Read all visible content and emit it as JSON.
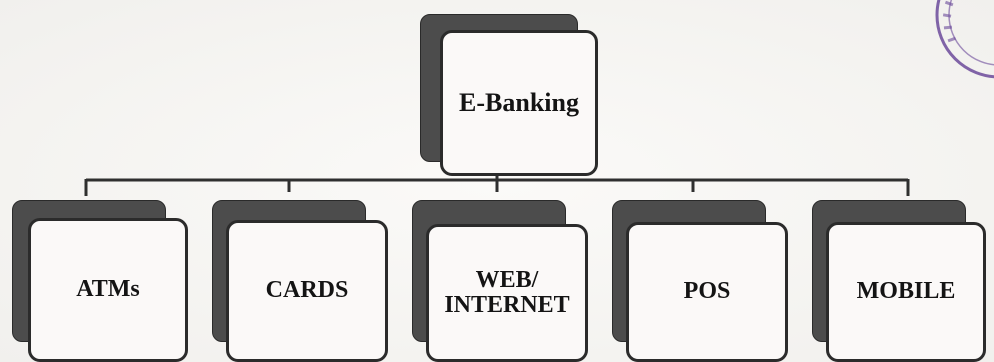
{
  "diagram": {
    "root": {
      "label": "E-Banking"
    },
    "children": [
      {
        "label": "ATMs"
      },
      {
        "label": "CARDS"
      },
      {
        "label": "WEB/\nINTERNET"
      },
      {
        "label": "POS"
      },
      {
        "label": "MOBILE"
      }
    ]
  },
  "colors": {
    "box_fill": "#fbf9f8",
    "box_border": "#2b2b2b",
    "shadow": "#4c4c4c",
    "connector": "#2f2f2f",
    "stamp": "#6b4a9a"
  }
}
